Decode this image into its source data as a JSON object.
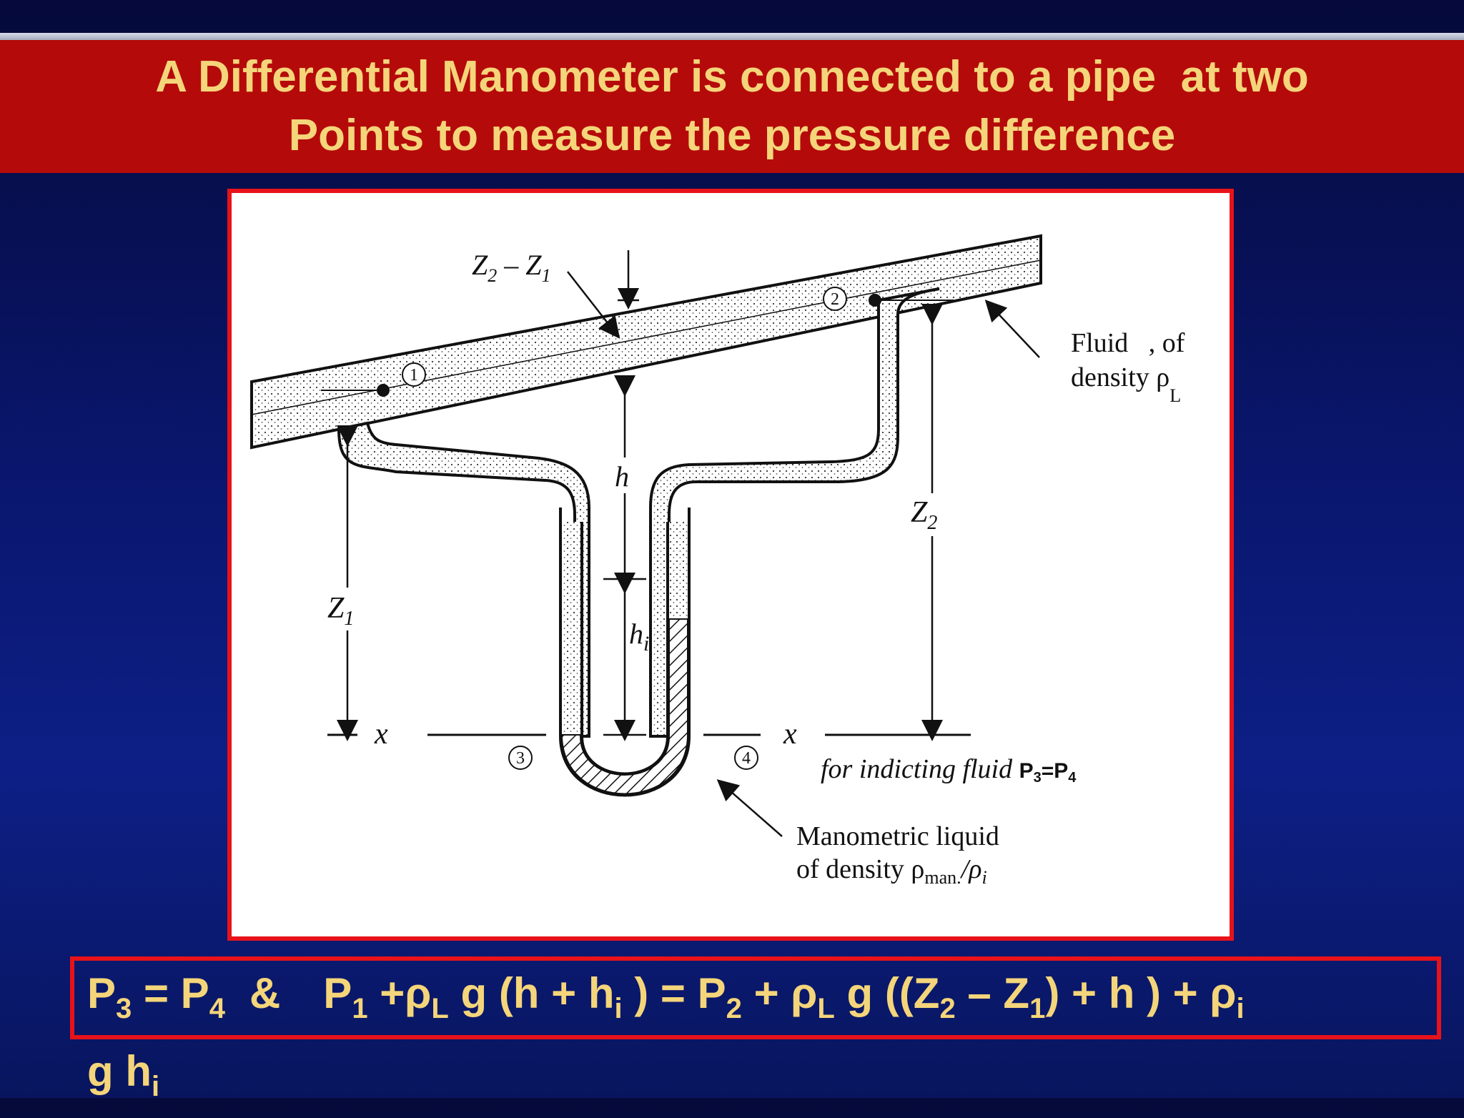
{
  "title": {
    "line1": "A Differential Manometer is connected to a pipe  at two",
    "line2": "Points to measure the pressure difference"
  },
  "diagram": {
    "label_z2_minus_z1": "Z",
    "label_z2_minus_z1_sub_a": "2",
    "label_z2_minus_z1_mid": " – Z",
    "label_z2_minus_z1_sub_b": "1",
    "point1": "1",
    "point2": "2",
    "point3": "3",
    "point4": "4",
    "h": "h",
    "hi": "h",
    "hi_sub": "i",
    "z1": "Z",
    "z1_sub": "1",
    "z2": "Z",
    "z2_sub": "2",
    "x_left": "x",
    "x_right": "x",
    "fluid_line1": "Fluid   , of",
    "fluid_line2": "density ρ",
    "fluid_line2_sub": "L",
    "indicating_fluid": "for indicting fluid ",
    "indicating_eq_p3": "P",
    "indicating_eq_p3_sub": "3",
    "indicating_eq_mid": "=P",
    "indicating_eq_p4_sub": "4",
    "manometric_line1": "Manometric liquid",
    "manometric_line2": "of density ρ",
    "manometric_line2_sub": "man.",
    "manometric_line2_alt": "/ρ",
    "manometric_line2_alt_sub": "i"
  },
  "equation": {
    "p3": "P",
    "p3_sub": "3",
    "eq1": " = P",
    "p4_sub": "4",
    "amp": "&",
    "p1": "P",
    "p1_sub": "1",
    "plus_rho1": " +ρ",
    "rhoL1_sub": "L",
    "g_open": " g (h + h",
    "hi1_sub": "i",
    "close_eq": " ) = P",
    "p2_sub": "2",
    "plus_rho2": " + ρ",
    "rhoL2_sub": "L",
    "g_open2": " g ((Z",
    "z2_sub": "2",
    "minus_z": " – Z",
    "z1_sub": "1",
    "plus_h": ") + h ) + ρ",
    "rhoi_sub": "i",
    "g_h": " g h",
    "hi2_sub": "i"
  }
}
